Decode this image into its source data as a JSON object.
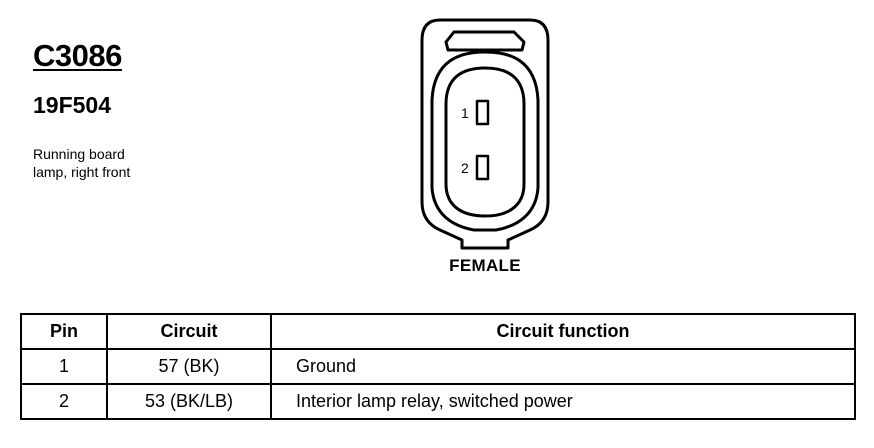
{
  "connector": {
    "id": "C3086",
    "part_number": "19F504",
    "description_line1": "Running board",
    "description_line2": "lamp, right front",
    "gender": "FEMALE",
    "pins": [
      {
        "label": "1"
      },
      {
        "label": "2"
      }
    ]
  },
  "table": {
    "headers": {
      "pin": "Pin",
      "circuit": "Circuit",
      "function": "Circuit function"
    },
    "rows": [
      {
        "pin": "1",
        "circuit": "57 (BK)",
        "function": "Ground"
      },
      {
        "pin": "2",
        "circuit": "53 (BK/LB)",
        "function": "Interior lamp relay, switched power"
      }
    ]
  }
}
